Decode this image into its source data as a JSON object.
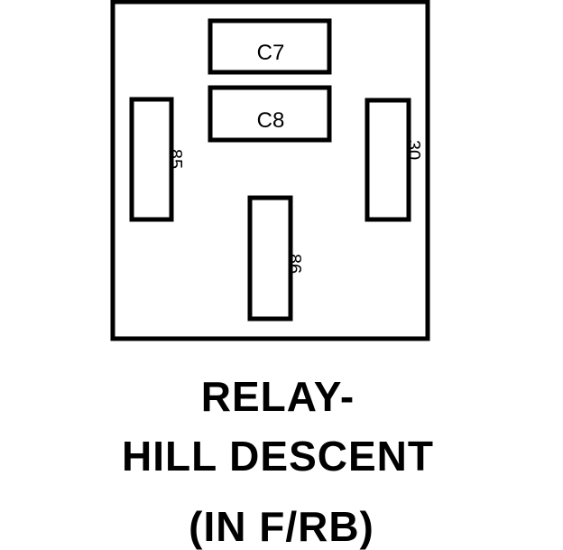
{
  "relay_diagram": {
    "slots": [
      {
        "id": "c7",
        "label": "C7"
      },
      {
        "id": "c8",
        "label": "C8"
      }
    ],
    "caption": {
      "line1": "RELAY-",
      "line2": "HILL DESCENT",
      "line3": "(IN F/RB)"
    }
  },
  "colors": {
    "line": "#000000",
    "background": "#ffffff"
  }
}
